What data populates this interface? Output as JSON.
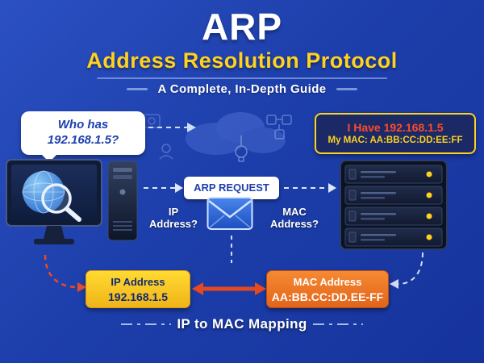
{
  "header": {
    "title": "ARP",
    "subtitle": "Address Resolution Protocol",
    "tagline": "A Complete, In-Depth Guide"
  },
  "query_bubble": {
    "line1": "Who has",
    "line2": "192.168.1.5?"
  },
  "reply_box": {
    "line1": "I Have 192.168.1.5",
    "line2": "My MAC: AA:BB:CC:DD:EE:FF"
  },
  "flow": {
    "request_label": "ARP REQUEST",
    "ip_question": {
      "line1": "IP",
      "line2": "Address?"
    },
    "mac_question": {
      "line1": "MAC",
      "line2": "Address?"
    }
  },
  "mapping": {
    "ip_box": {
      "label": "IP Address",
      "value": "192.168.1.5"
    },
    "mac_box": {
      "label": "MAC Address",
      "value": "AA:BB.CC:DD.EE-FF"
    },
    "caption": "IP to MAC Mapping"
  },
  "colors": {
    "background_blue": "#1c3da6",
    "accent_yellow": "#ffd21e",
    "accent_orange": "#ef7b22",
    "accent_red": "#e8482a",
    "deep_navy": "#0b1322",
    "white": "#ffffff"
  }
}
